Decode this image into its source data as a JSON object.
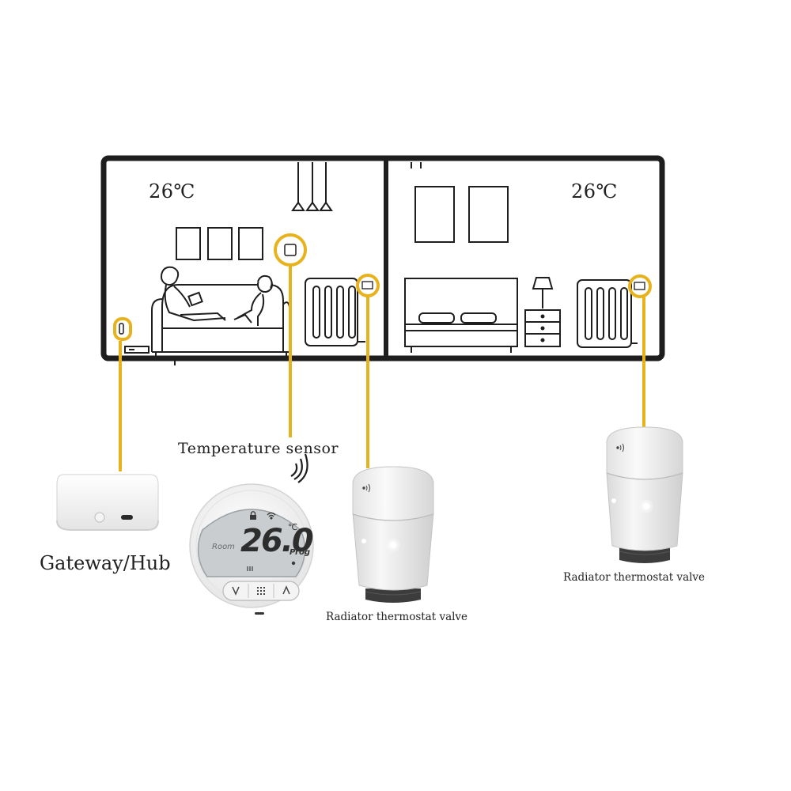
{
  "rooms": [
    {
      "name": "living-room",
      "temperature": "26℃"
    },
    {
      "name": "bedroom",
      "temperature": "26℃"
    }
  ],
  "devices": {
    "hub_label": "Gateway/Hub",
    "sensor_label": "Temperature sensor",
    "valve_label_1": "Radiator thermostat valve",
    "valve_label_2": "Radiator thermostat valve"
  },
  "thermostat_display": {
    "value": "26.0",
    "unit": "℃",
    "mode": "Room",
    "program": "Prog"
  },
  "colors": {
    "connector": "#e8b21d",
    "wall": "#1e1e1e",
    "device_body": "#f2f2f2",
    "lcd": "#c9cdcf"
  },
  "icons": [
    "lock-icon",
    "wifi-icon",
    "grid-icon",
    "chevron-down-icon",
    "chevron-up-icon",
    "signal-waves-icon"
  ]
}
